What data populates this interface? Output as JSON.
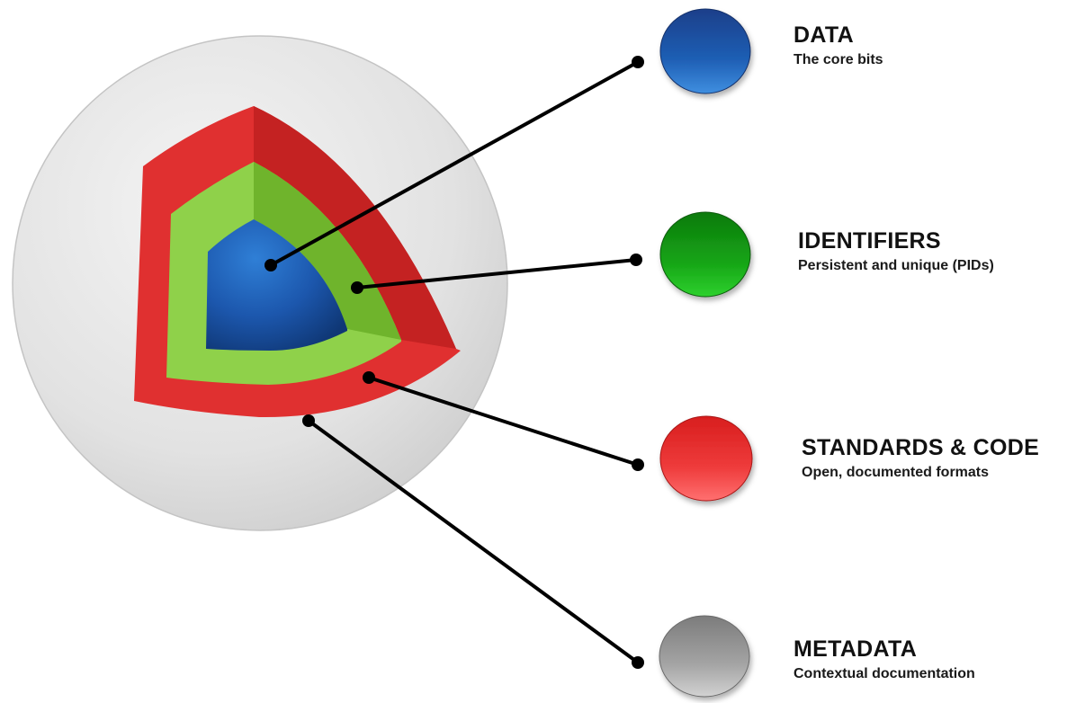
{
  "layers": [
    {
      "id": "data",
      "title": "DATA",
      "subtitle": "The core bits",
      "color": "#1f4fa0"
    },
    {
      "id": "identifiers",
      "title": "IDENTIFIERS",
      "subtitle": "Persistent and unique (PIDs)",
      "color": "#2a9a2a"
    },
    {
      "id": "standards",
      "title": "STANDARDS & CODE",
      "subtitle": "Open, documented formats",
      "color": "#e23a3a"
    },
    {
      "id": "metadata",
      "title": "METADATA",
      "subtitle": "Contextual documentation",
      "color": "#9c9c9c"
    }
  ]
}
